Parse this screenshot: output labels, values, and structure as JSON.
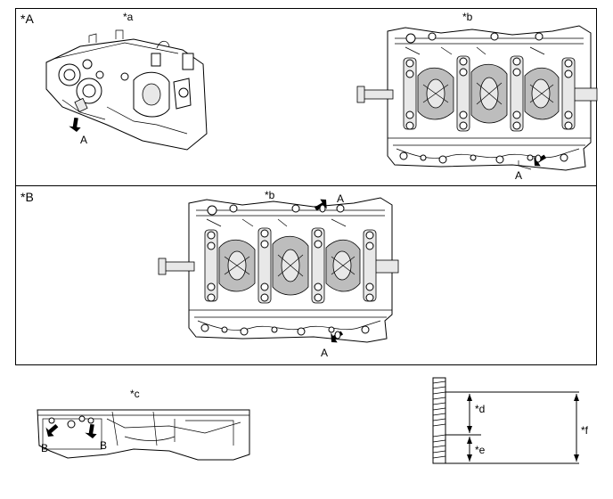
{
  "panels": {
    "a": {
      "title": "*A"
    },
    "b": {
      "title": "*B"
    }
  },
  "labels": {
    "a_star": "*a",
    "b_star_top": "*b",
    "b_star_mid": "*b",
    "c_star": "*c",
    "d_star": "*d",
    "e_star": "*e",
    "f_star": "*f",
    "A": "A",
    "B": "B"
  },
  "icons": [
    "arrow-icon",
    "engine-block-drawing",
    "stud-bolt-drawing",
    "oil-pan-drawing"
  ]
}
